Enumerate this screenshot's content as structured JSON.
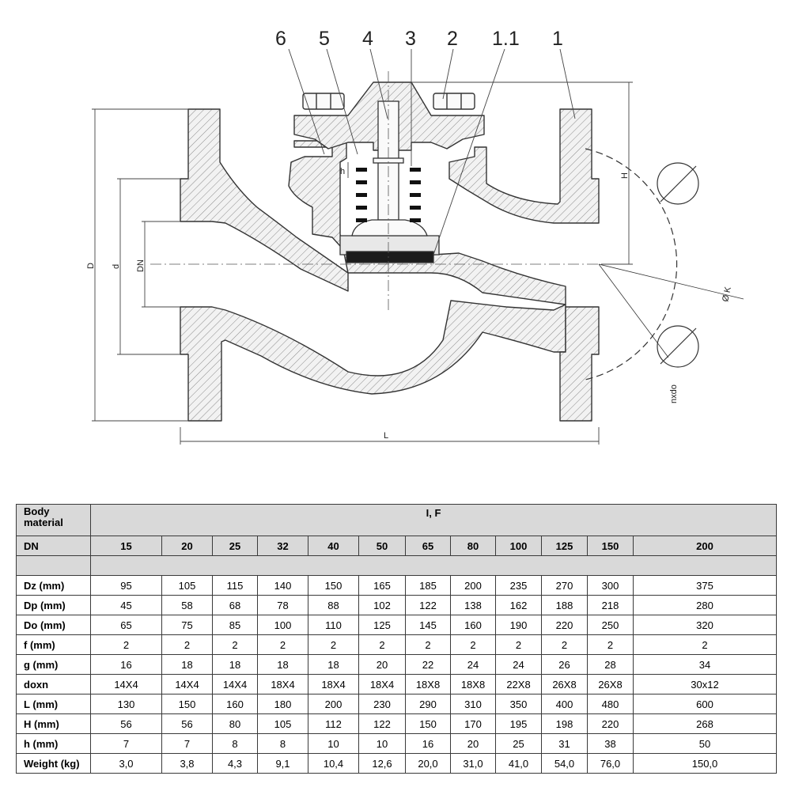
{
  "drawing": {
    "callouts": [
      "6",
      "5",
      "4",
      "3",
      "2",
      "1.1",
      "1"
    ],
    "dimensions": {
      "D": "D",
      "d": "d",
      "DN": "DN",
      "L": "L",
      "H": "H",
      "h": "h",
      "K": "Ø K",
      "nxdo": "nxdo"
    }
  },
  "table": {
    "body_material_label": "Body material",
    "body_material_value": "I, F",
    "dn_label": "DN",
    "dn_values": [
      "15",
      "20",
      "25",
      "32",
      "40",
      "50",
      "65",
      "80",
      "100",
      "125",
      "150",
      "200"
    ],
    "rows": [
      {
        "label": "Dz  (mm)",
        "values": [
          "95",
          "105",
          "115",
          "140",
          "150",
          "165",
          "185",
          "200",
          "235",
          "270",
          "300",
          "375"
        ]
      },
      {
        "label": "Dp  (mm)",
        "values": [
          "45",
          "58",
          "68",
          "78",
          "88",
          "102",
          "122",
          "138",
          "162",
          "188",
          "218",
          "280"
        ]
      },
      {
        "label": "Do  (mm)",
        "values": [
          "65",
          "75",
          "85",
          "100",
          "110",
          "125",
          "145",
          "160",
          "190",
          "220",
          "250",
          "320"
        ]
      },
      {
        "label": "f (mm)",
        "values": [
          "2",
          "2",
          "2",
          "2",
          "2",
          "2",
          "2",
          "2",
          "2",
          "2",
          "2",
          "2"
        ]
      },
      {
        "label": "g (mm)",
        "values": [
          "16",
          "18",
          "18",
          "18",
          "18",
          "20",
          "22",
          "24",
          "24",
          "26",
          "28",
          "34"
        ]
      },
      {
        "label": "doxn",
        "values": [
          "14X4",
          "14X4",
          "14X4",
          "18X4",
          "18X4",
          "18X4",
          "18X8",
          "18X8",
          "22X8",
          "26X8",
          "26X8",
          "30x12"
        ]
      },
      {
        "label": "L (mm)",
        "values": [
          "130",
          "150",
          "160",
          "180",
          "200",
          "230",
          "290",
          "310",
          "350",
          "400",
          "480",
          "600"
        ]
      },
      {
        "label": "H (mm)",
        "values": [
          "56",
          "56",
          "80",
          "105",
          "112",
          "122",
          "150",
          "170",
          "195",
          "198",
          "220",
          "268"
        ]
      },
      {
        "label": "h (mm)",
        "values": [
          "7",
          "7",
          "8",
          "8",
          "10",
          "10",
          "16",
          "20",
          "25",
          "31",
          "38",
          "50"
        ]
      },
      {
        "label": "Weight (kg)",
        "values": [
          "3,0",
          "3,8",
          "4,3",
          "9,1",
          "10,4",
          "12,6",
          "20,0",
          "31,0",
          "41,0",
          "54,0",
          "76,0",
          "150,0"
        ]
      }
    ]
  }
}
